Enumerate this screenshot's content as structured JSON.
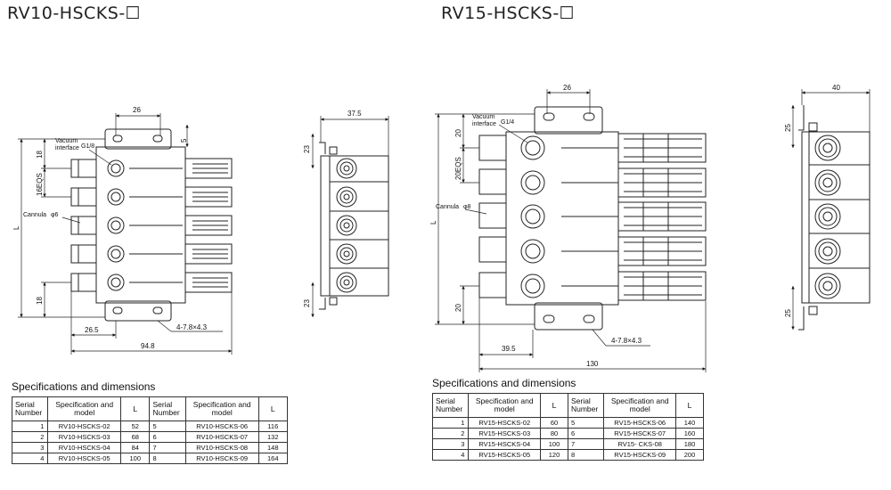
{
  "titles": {
    "left": "RV10-HSCKS-☐",
    "right": "RV15-HSCKS-☐"
  },
  "left_drawing": {
    "dims": {
      "top_width": "26",
      "top_gap": "5",
      "pitch_top": "18",
      "pitch_eqs": "16EQS",
      "length": "L",
      "pitch_bottom": "18",
      "offset": "26.5",
      "holes": "4-7.8×4.3",
      "total": "94.8",
      "side_width": "37.5",
      "side_top": "23",
      "side_bottom": "23"
    },
    "labels": {
      "vacuum": "Vacuum",
      "interface": "interface",
      "thread": "G1/8",
      "cannula": "Cannula",
      "cannula_size": "φ6"
    }
  },
  "right_drawing": {
    "dims": {
      "top_width": "26",
      "pitch_top": "20",
      "pitch_eqs": "20EQS",
      "length": "L",
      "pitch_bottom": "20",
      "offset": "39.5",
      "holes": "4-7.8×4.3",
      "total": "130",
      "side_width": "40",
      "side_top": "25",
      "side_bottom": "25"
    },
    "labels": {
      "vacuum": "Vacuum",
      "interface": "interface",
      "thread": "G1/4",
      "cannula": "Cannula",
      "cannula_size": "φ8"
    }
  },
  "tables": {
    "left": {
      "caption": "Specifications and dimensions",
      "headers": [
        "Serial Number",
        "Specification and model",
        "L",
        "Serial Number",
        "Specification and model",
        "L"
      ],
      "rows": [
        [
          "1",
          "RV10-HSCKS-02",
          "52",
          "5",
          "RV10-HSCKS-06",
          "116"
        ],
        [
          "2",
          "RV10-HSCKS-03",
          "68",
          "6",
          "RV10-HSCKS-07",
          "132"
        ],
        [
          "3",
          "RV10-HSCKS-04",
          "84",
          "7",
          "RV10-HSCKS-08",
          "148"
        ],
        [
          "4",
          "RV10-HSCKS-05",
          "100",
          "8",
          "RV10-HSCKS-09",
          "164"
        ]
      ]
    },
    "right": {
      "caption": "Specifications and dimensions",
      "headers": [
        "Serial Number",
        "Specification and model",
        "L",
        "Serial Number",
        "Specification and model",
        "L"
      ],
      "rows": [
        [
          "1",
          "RV15-HSCKS-02",
          "60",
          "5",
          "RV15-HSCKS-06",
          "140"
        ],
        [
          "2",
          "RV15-HSCKS-03",
          "80",
          "6",
          "RV15-HSCKS-07",
          "160"
        ],
        [
          "3",
          "RV15-HSCKS-04",
          "100",
          "7",
          "RV15-    CKS-08",
          "180"
        ],
        [
          "4",
          "RV15-HSCKS-05",
          "120",
          "8",
          "RV15-HSCKS-09",
          "200"
        ]
      ]
    }
  }
}
